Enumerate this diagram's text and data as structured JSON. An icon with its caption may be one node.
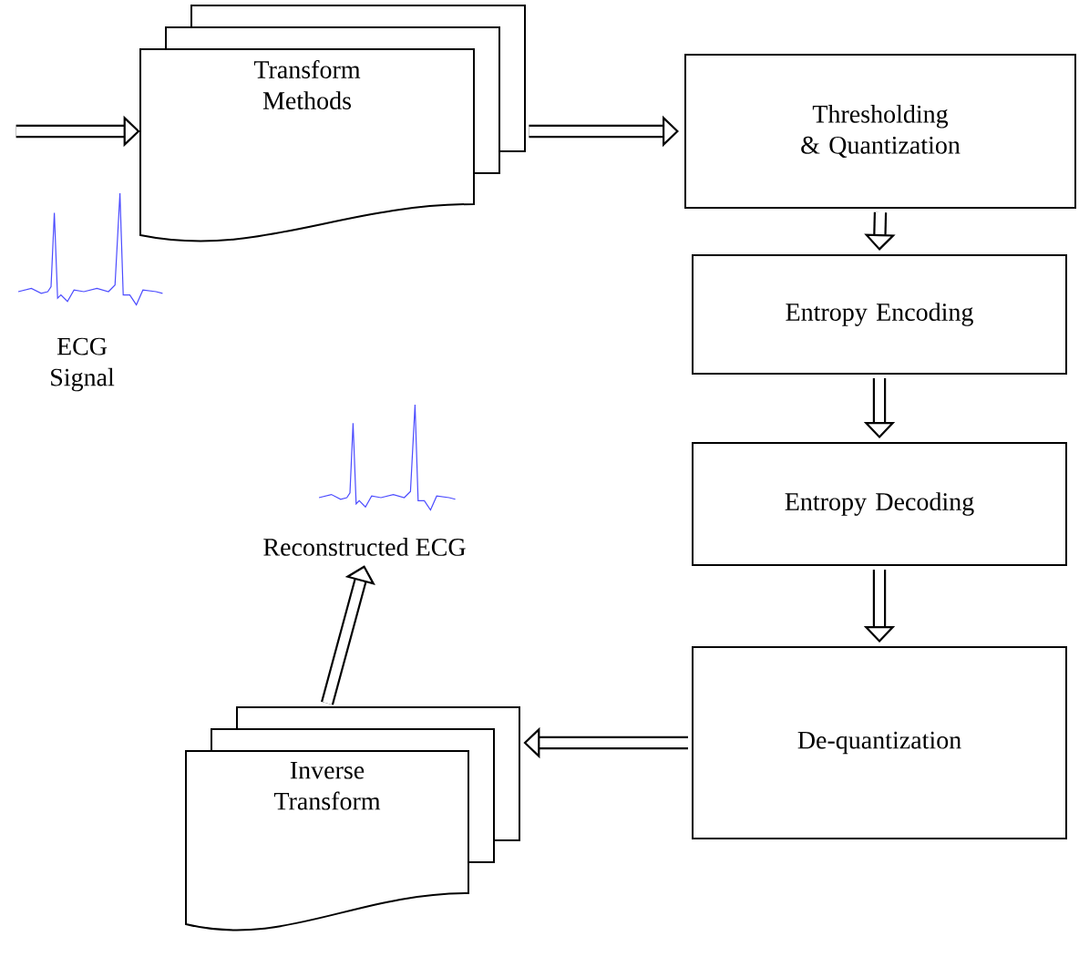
{
  "diagram": {
    "nodes": [
      {
        "text": [
          "Transform Methods"
        ]
      },
      {
        "text": [
          "Thresholding & Quantization"
        ]
      },
      {
        "text": [
          "Entropy Encoding"
        ]
      },
      {
        "text": [
          "Entropy Decoding"
        ]
      },
      {
        "text": [
          "De-quantization"
        ]
      },
      {
        "text": [
          "Inverse Transform"
        ]
      },
      {
        "text": [
          "Reconstructed ECG"
        ]
      }
    ],
    "edges": [
      {
        "from": null,
        "to": 0,
        "arrow": "to"
      },
      {
        "from": 0,
        "to": 1,
        "arrow": "to"
      },
      {
        "from": 1,
        "to": 2,
        "arrow": "to"
      },
      {
        "from": 2,
        "to": 3,
        "arrow": "to"
      },
      {
        "from": 3,
        "to": 4,
        "arrow": "to"
      },
      {
        "from": 4,
        "to": 5,
        "arrow": "to"
      },
      {
        "from": 5,
        "to": 6,
        "arrow": "to"
      }
    ],
    "labels": [
      "ECG Signal"
    ]
  }
}
